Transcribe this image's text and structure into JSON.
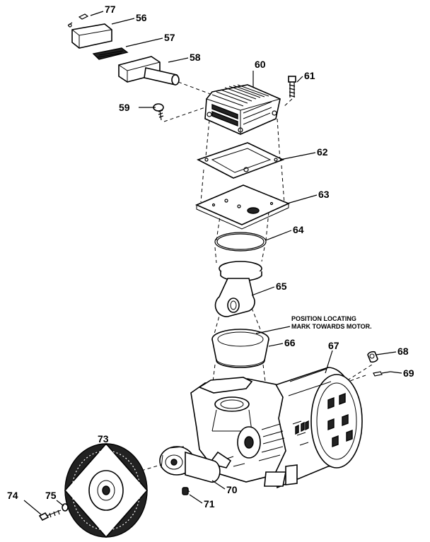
{
  "callouts": {
    "c56": "56",
    "c57": "57",
    "c58": "58",
    "c59": "59",
    "c60": "60",
    "c61": "61",
    "c62": "62",
    "c63": "63",
    "c64": "64",
    "c65": "65",
    "c66": "66",
    "c67": "67",
    "c68": "68",
    "c69": "69",
    "c70": "70",
    "c71": "71",
    "c73": "73",
    "c74": "74",
    "c75": "75",
    "c77": "77"
  },
  "note": {
    "line1": "POSITION LOCATING",
    "line2": "MARK TOWARDS MOTOR."
  }
}
